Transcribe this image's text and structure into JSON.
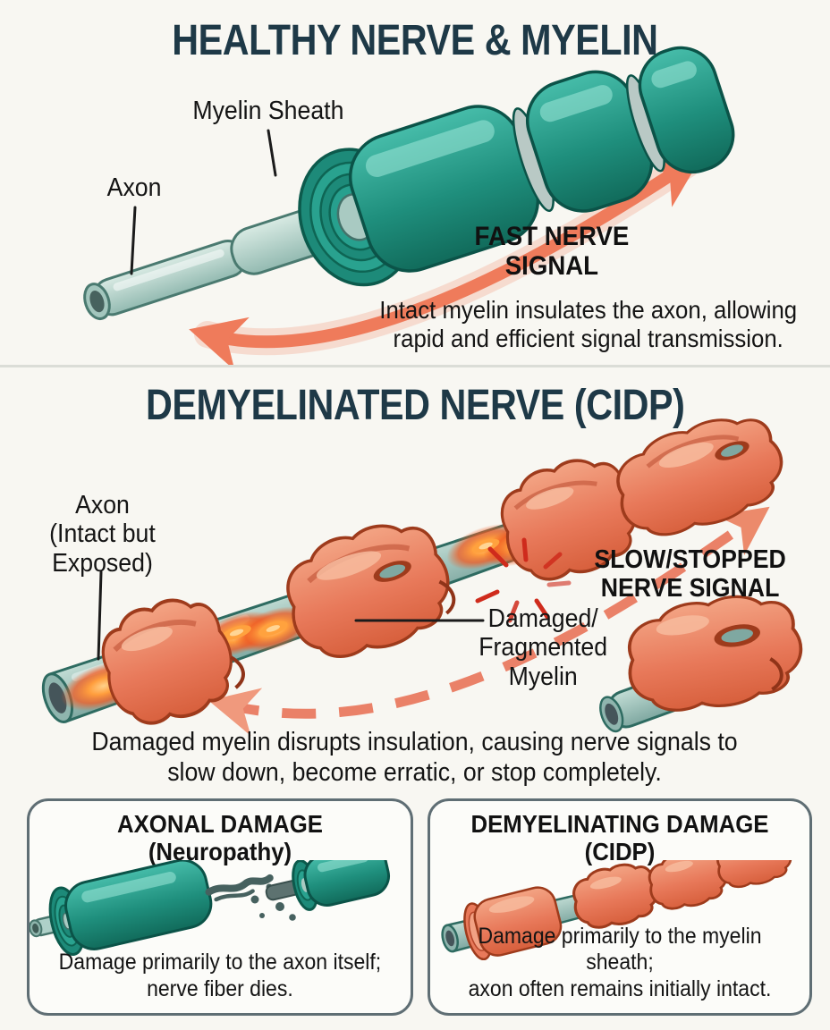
{
  "palette": {
    "background": "#f8f7f2",
    "title_text": "#1e3947",
    "body_text": "#141414",
    "myelin_teal": "#27a08e",
    "myelin_outline": "#0b5348",
    "axon_teal": "#a9cac3",
    "signal_arrow_salmon": "#ef7b5b",
    "damaged_myelin": "#e8795a",
    "damaged_outline": "#9e3b1c",
    "glow_orange": "#ff9e3d",
    "spark_red": "#cf2b1c",
    "divider_gray": "#dbddd7",
    "box_border": "#5f6e74"
  },
  "healthy_section": {
    "title": "HEALTHY NERVE & MYELIN",
    "myelin_sheath_label": "Myelin Sheath",
    "axon_label": "Axon",
    "signal_label": "FAST NERVE\nSIGNAL",
    "description": "Intact myelin insulates the axon, allowing\nrapid and efficient signal transmission."
  },
  "demyelinated_section": {
    "title": "DEMYELINATED NERVE (CIDP)",
    "axon_label": "Axon\n(Intact but\nExposed)",
    "signal_label": "SLOW/STOPPED\nNERVE SIGNAL",
    "damaged_myelin_label": "Damaged/\nFragmented\nMyelin",
    "description": "Damaged myelin disrupts insulation, causing nerve signals to\nslow down, become erratic, or stop completely."
  },
  "comparison_boxes": {
    "axonal": {
      "title": "AXONAL DAMAGE\n(Neuropathy)",
      "description": "Damage primarily to the axon itself;\nnerve fiber dies."
    },
    "demyelinating": {
      "title": "DEMYELINATING DAMAGE\n(CIDP)",
      "description": "Damage primarily to the myelin sheath;\naxon often remains initially intact."
    }
  }
}
